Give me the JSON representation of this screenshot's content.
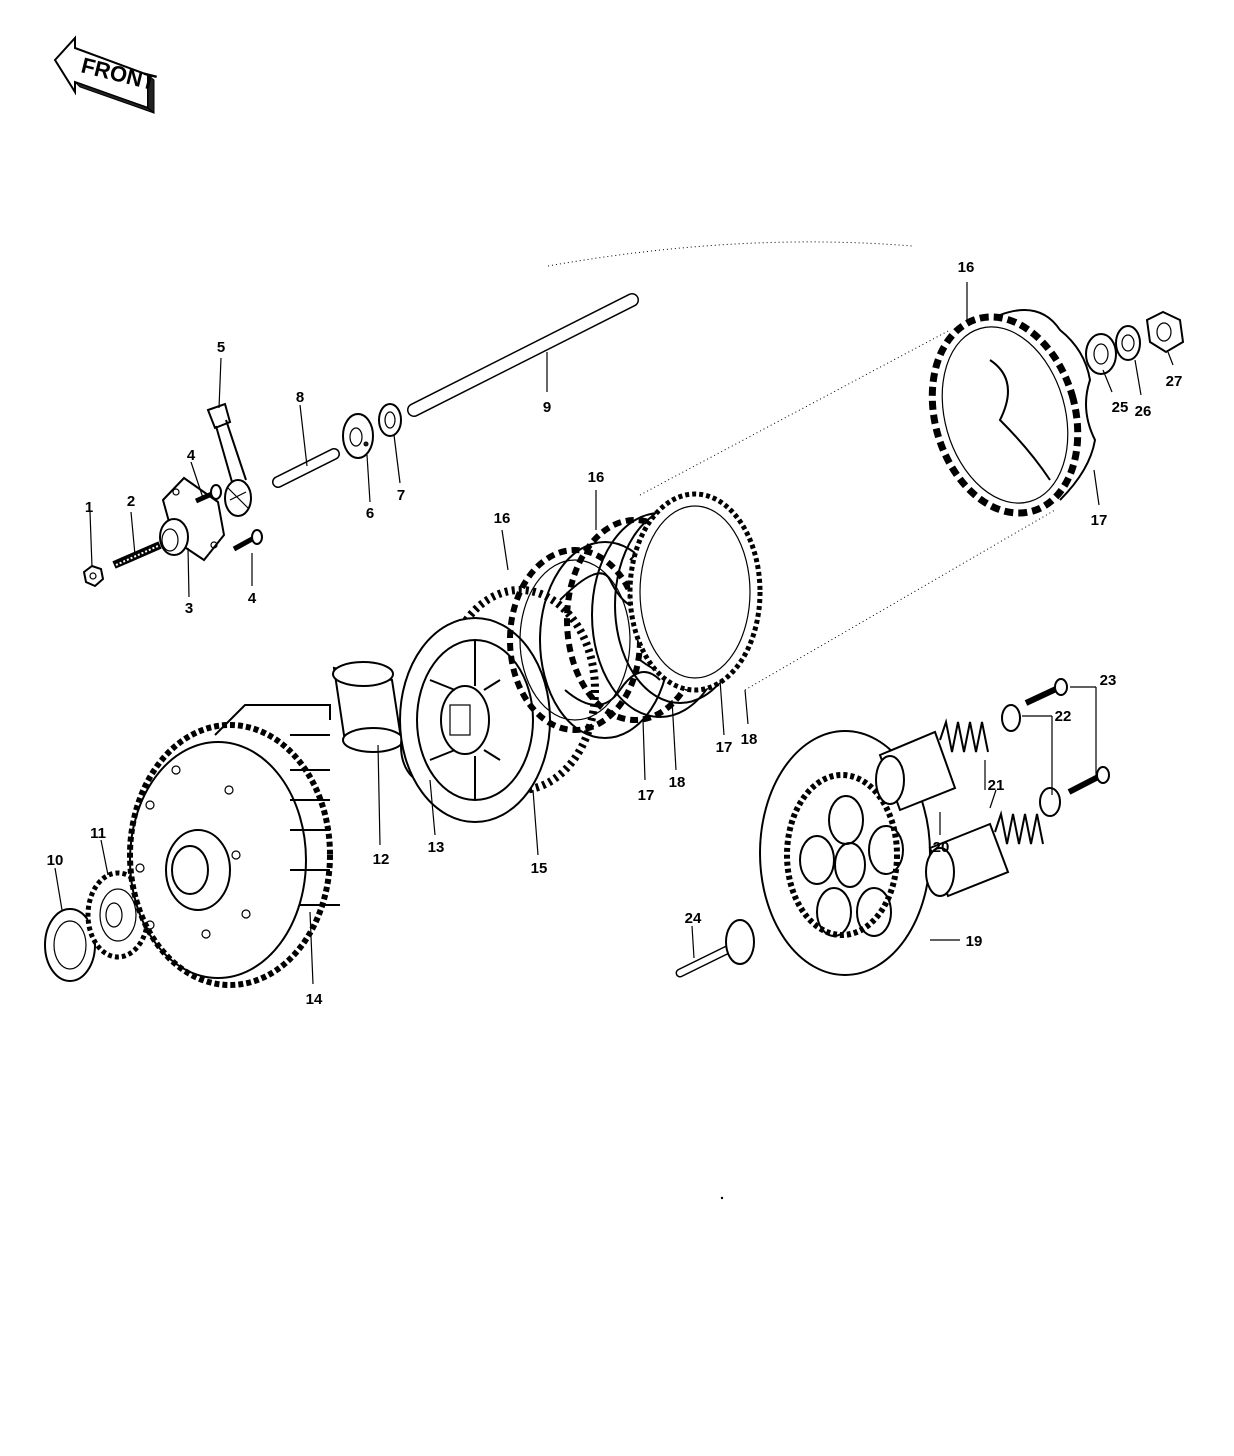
{
  "front_arrow": {
    "label": "FRONT"
  },
  "callouts": [
    {
      "id": "1",
      "text": "1"
    },
    {
      "id": "2",
      "text": "2"
    },
    {
      "id": "3",
      "text": "3"
    },
    {
      "id": "4a",
      "text": "4"
    },
    {
      "id": "4b",
      "text": "4"
    },
    {
      "id": "5",
      "text": "5"
    },
    {
      "id": "6",
      "text": "6"
    },
    {
      "id": "7",
      "text": "7"
    },
    {
      "id": "8",
      "text": "8"
    },
    {
      "id": "9",
      "text": "9"
    },
    {
      "id": "10",
      "text": "10"
    },
    {
      "id": "11",
      "text": "11"
    },
    {
      "id": "12",
      "text": "12"
    },
    {
      "id": "13",
      "text": "13"
    },
    {
      "id": "14",
      "text": "14"
    },
    {
      "id": "15",
      "text": "15"
    },
    {
      "id": "16a",
      "text": "16"
    },
    {
      "id": "16b",
      "text": "16"
    },
    {
      "id": "16c",
      "text": "16"
    },
    {
      "id": "17a",
      "text": "17"
    },
    {
      "id": "17b",
      "text": "17"
    },
    {
      "id": "17c",
      "text": "17"
    },
    {
      "id": "18a",
      "text": "18"
    },
    {
      "id": "18b",
      "text": "18"
    },
    {
      "id": "19",
      "text": "19"
    },
    {
      "id": "20",
      "text": "20"
    },
    {
      "id": "21",
      "text": "21"
    },
    {
      "id": "22",
      "text": "22"
    },
    {
      "id": "23",
      "text": "23"
    },
    {
      "id": "24",
      "text": "24"
    },
    {
      "id": "25",
      "text": "25"
    },
    {
      "id": "26",
      "text": "26"
    },
    {
      "id": "27",
      "text": "27"
    }
  ]
}
